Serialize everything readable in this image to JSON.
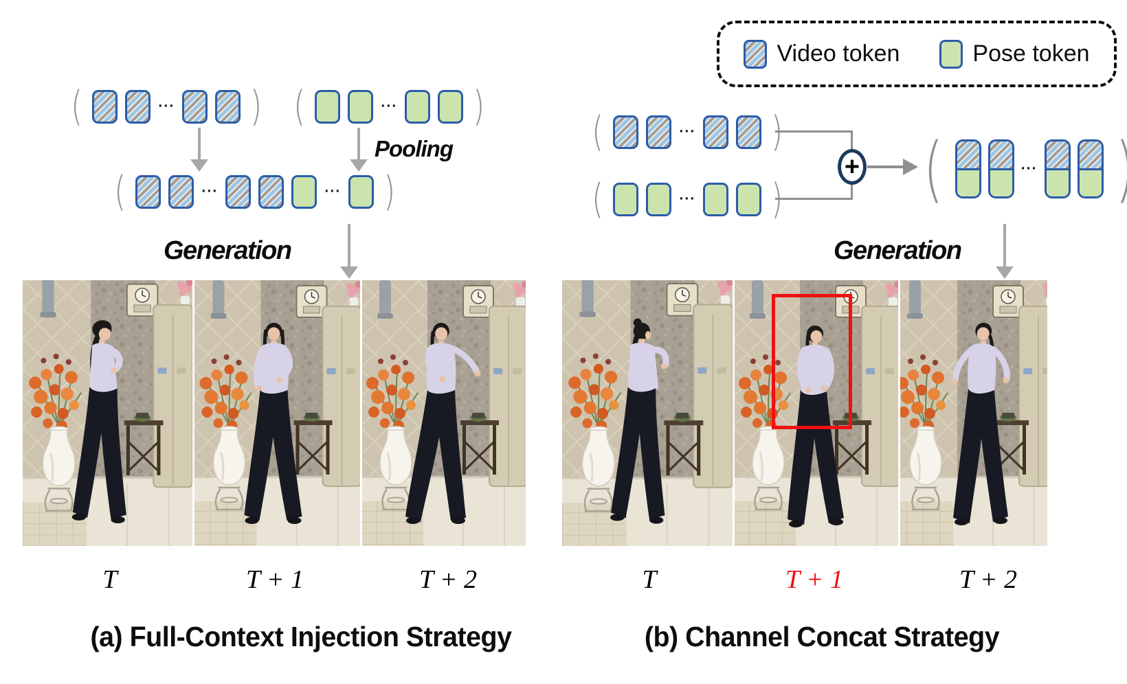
{
  "legend": {
    "video_token_label": "Video token",
    "pose_token_label": "Pose token"
  },
  "brackets": {
    "open": "(",
    "close": ")"
  },
  "ellipsis": "···",
  "panel_a": {
    "video_sequence": [
      "video",
      "video",
      "dots",
      "video",
      "video"
    ],
    "pose_sequence": [
      "pose",
      "pose",
      "dots",
      "pose",
      "pose"
    ],
    "merged_sequence": [
      "video",
      "video",
      "dots",
      "video",
      "video",
      "pose",
      "dots",
      "pose"
    ],
    "pooling_label": "Pooling",
    "generation_label": "Generation",
    "frame_labels": [
      "T",
      "T + 1",
      "T + 2"
    ],
    "caption": "(a) Full-Context Injection Strategy"
  },
  "panel_b": {
    "video_sequence": [
      "video",
      "video",
      "dots",
      "video",
      "video"
    ],
    "pose_sequence": [
      "pose",
      "pose",
      "dots",
      "pose",
      "pose"
    ],
    "concat_sequence": [
      "stacked",
      "stacked",
      "dots",
      "stacked",
      "stacked"
    ],
    "plus_symbol": "+",
    "generation_label": "Generation",
    "frame_labels": [
      "T",
      "T + 1",
      "T + 2"
    ],
    "highlighted_frame_label": "T + 1",
    "highlighted_frame_index": 1,
    "caption": "(b) Channel Concat Strategy"
  },
  "colors": {
    "token_border_blue": "#2b5ca8",
    "pose_green": "#cbe4ae",
    "video_stripe_blue": "#9cc6e3",
    "video_stripe_gray": "#a49c92",
    "highlight_red": "#ee1111",
    "plus_circle_navy": "#1c3a5e",
    "arrow_gray": "#a7a7a7"
  }
}
